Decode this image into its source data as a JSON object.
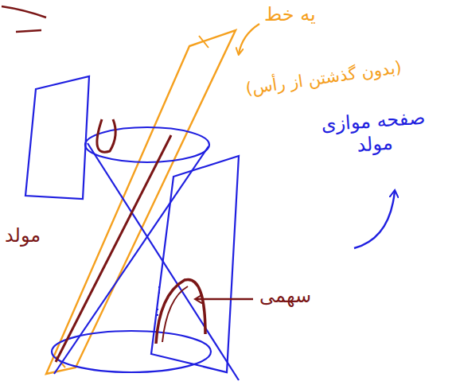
{
  "diagram": {
    "labels": [
      "یه خط",
      "(بدون گذشتن از رأس)",
      "صفحه موازی مولد",
      "مولد",
      "سهمی"
    ]
  }
}
